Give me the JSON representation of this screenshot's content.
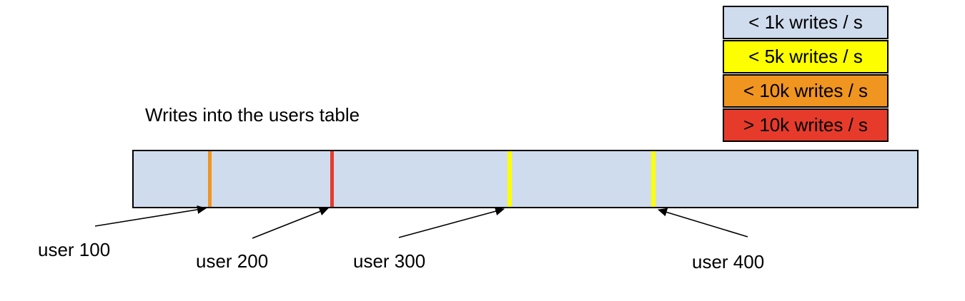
{
  "title": "Writes into the users table",
  "colors": {
    "bar_fill": "#cfdcee",
    "border": "#000000",
    "background": "#ffffff"
  },
  "legend": {
    "items": [
      {
        "label": "< 1k writes / s",
        "color": "#cfdcee"
      },
      {
        "label": "< 5k writes / s",
        "color": "#fdff00"
      },
      {
        "label": "< 10k writes / s",
        "color": "#f0951f"
      },
      {
        "label": "> 10k writes / s",
        "color": "#e63b2b"
      }
    ]
  },
  "hotspots": [
    {
      "label": "user 100",
      "color": "#f0951f"
    },
    {
      "label": "user 200",
      "color": "#e63b2b"
    },
    {
      "label": "user 300",
      "color": "#fdff00"
    },
    {
      "label": "user 400",
      "color": "#fdff00"
    }
  ]
}
